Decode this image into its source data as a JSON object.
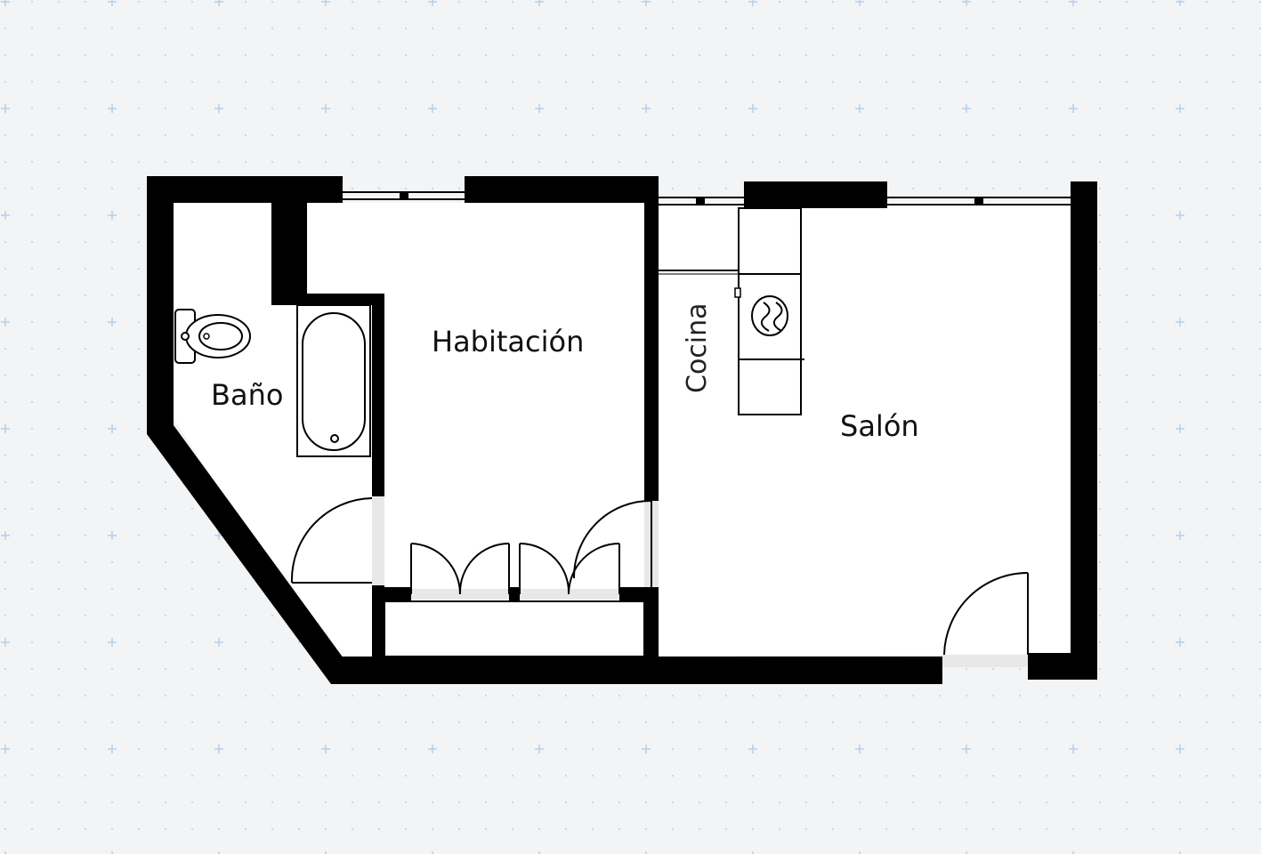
{
  "rooms": {
    "bathroom": "Baño",
    "bedroom": "Habitación",
    "kitchen": "Cocina",
    "living": "Salón"
  },
  "colors": {
    "background": "#f2f4f6",
    "wall": "#000000",
    "floor": "#ffffff",
    "grid_mark": "#b8cfe6"
  }
}
